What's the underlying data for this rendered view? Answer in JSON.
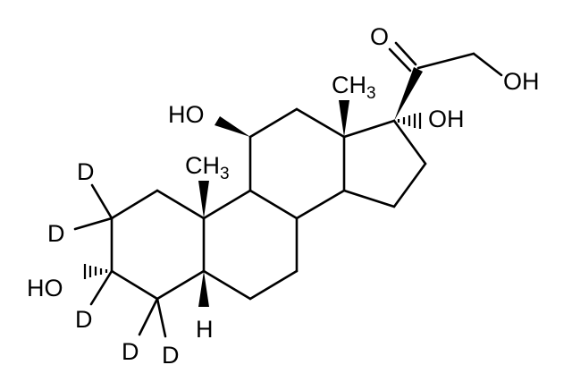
{
  "labels": {
    "c11_oh": "HO",
    "c13_methyl_c": "CH",
    "c13_methyl_sub": "3",
    "c17_oh": "OH",
    "c20_o": "O",
    "c21_oh": "OH",
    "c10_methyl_c": "CH",
    "c10_methyl_sub": "3",
    "c3_oh": "HO",
    "c5_h": "H",
    "d_c2_upper": "D",
    "d_c2_left": "D",
    "d_c3": "D",
    "d_c4_left": "D",
    "d_c4_right": "D"
  }
}
